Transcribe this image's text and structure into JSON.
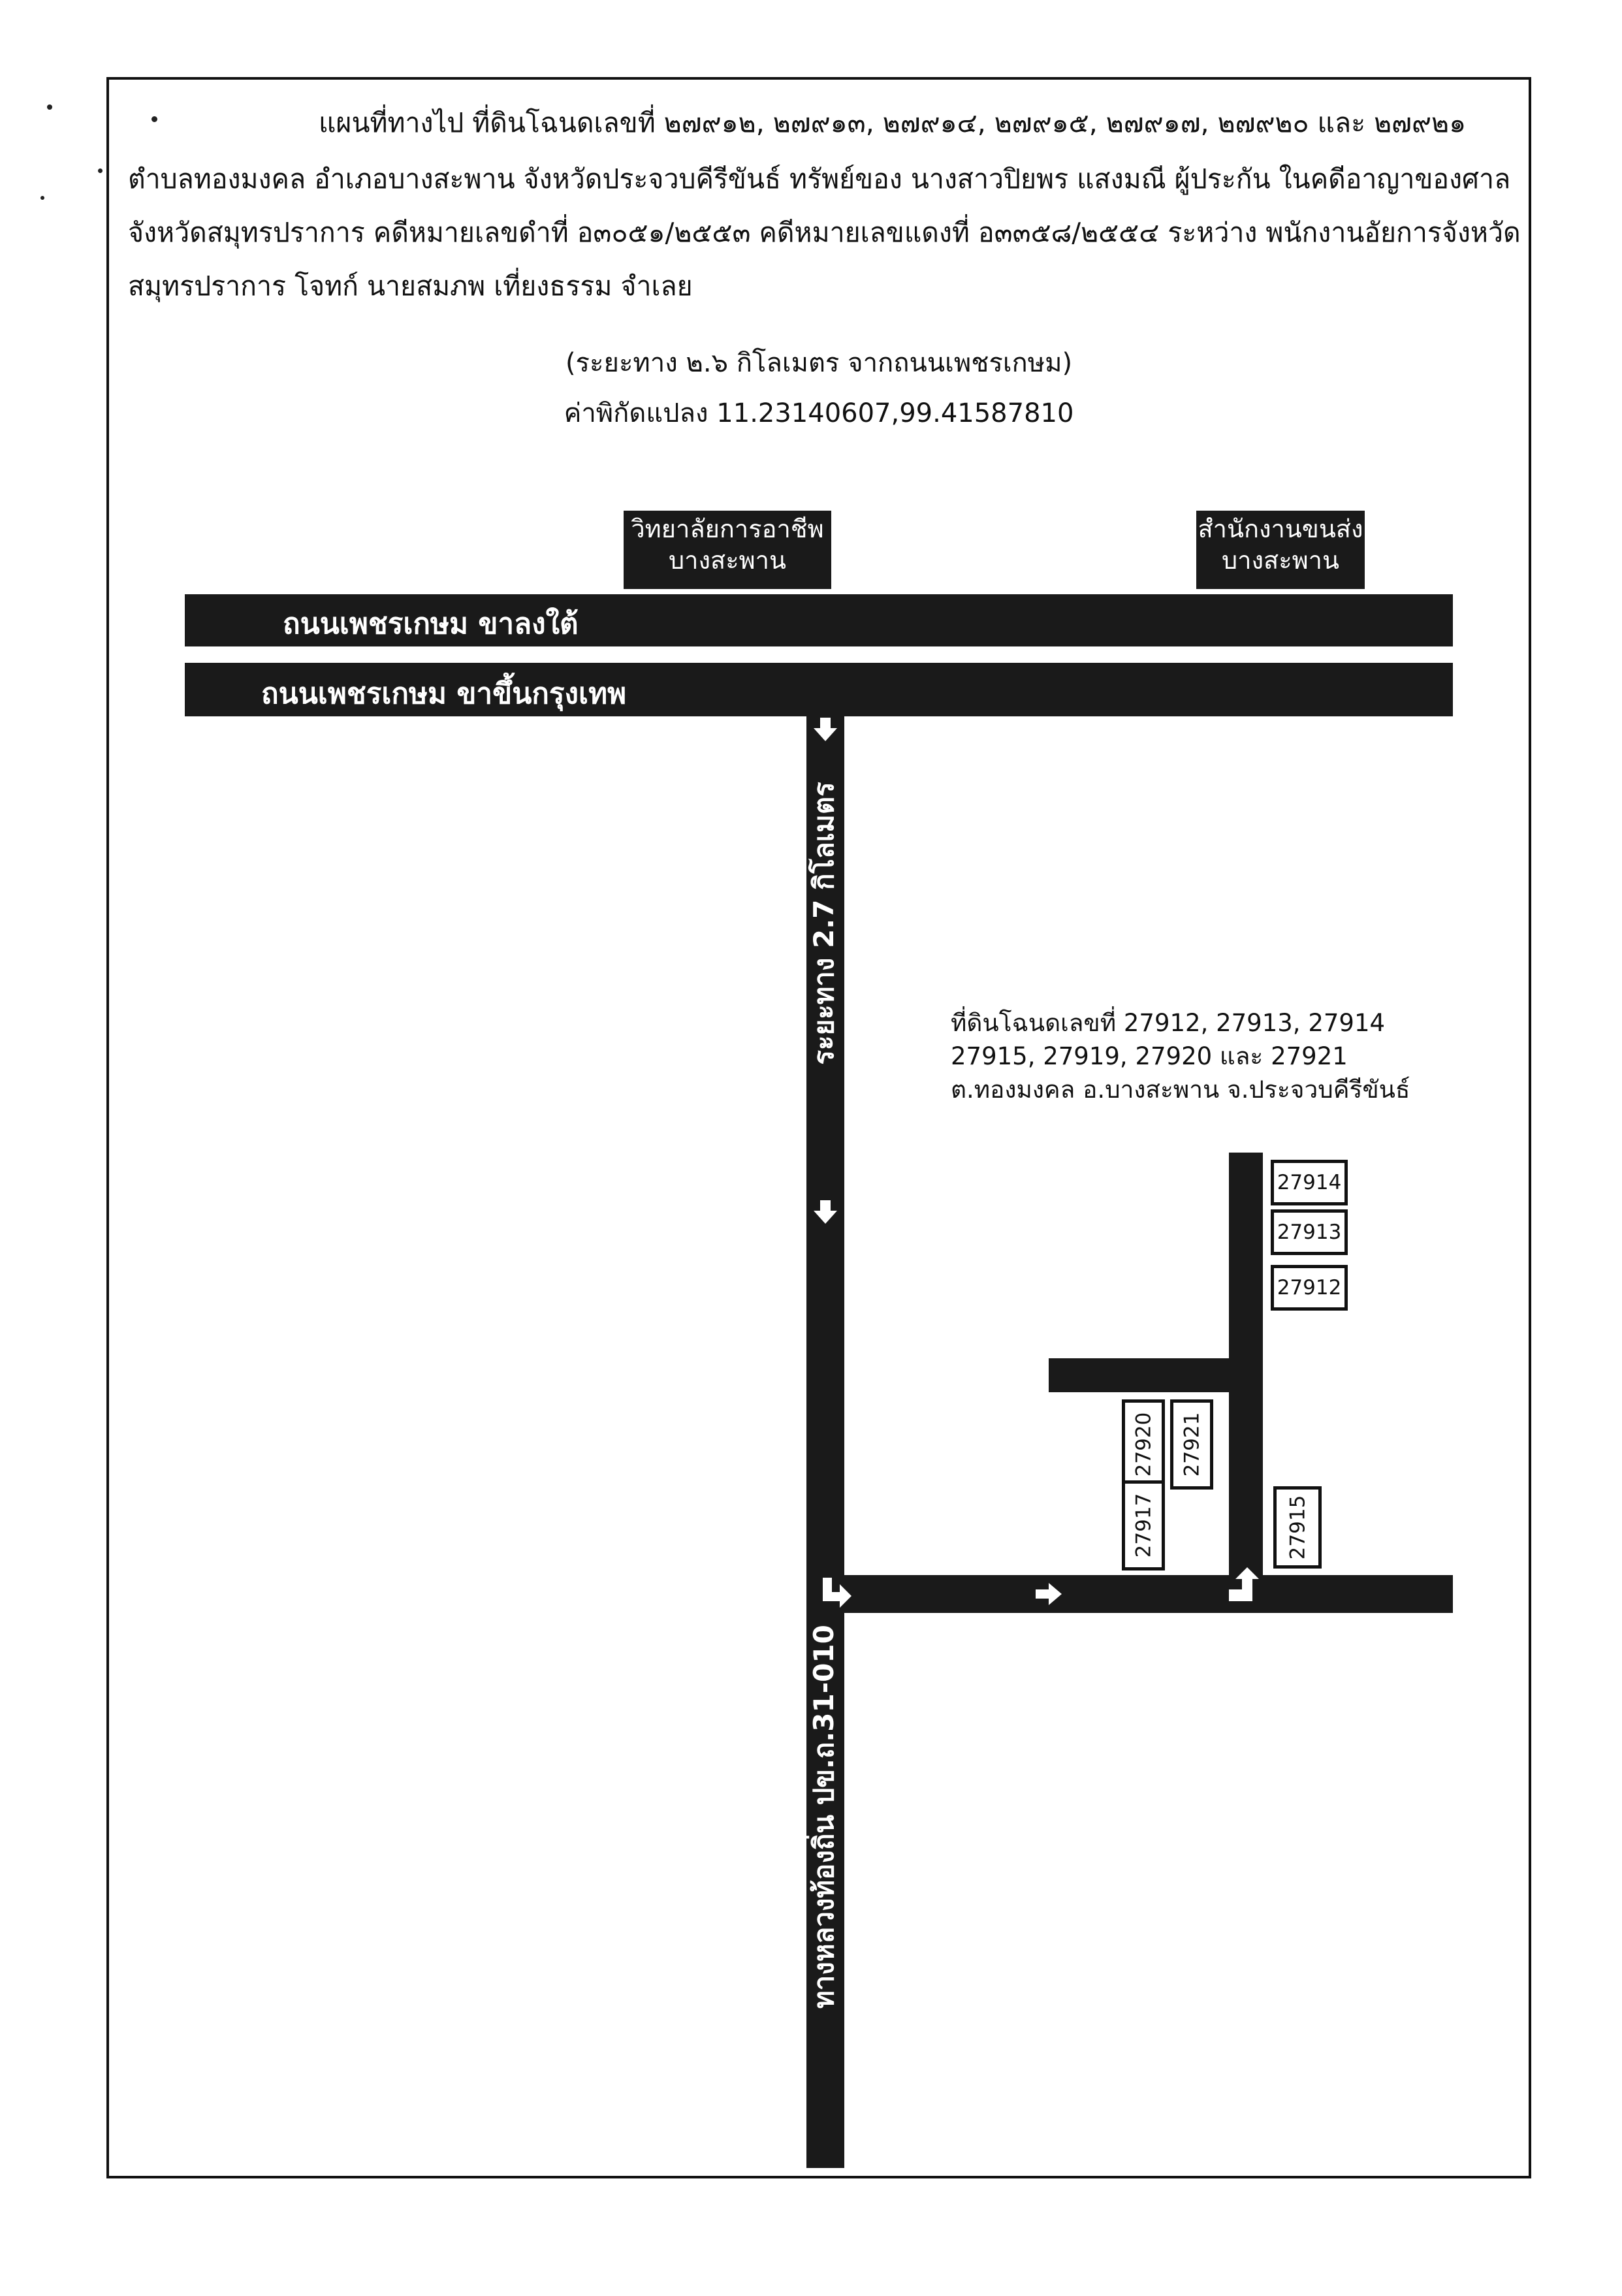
{
  "header": {
    "lines": [
      "แผนที่ทางไป  ที่ดินโฉนดเลขที่ ๒๗๙๑๒, ๒๗๙๑๓, ๒๗๙๑๔, ๒๗๙๑๕, ๒๗๙๑๗, ๒๗๙๒๐ และ ๒๗๙๒๑",
      "ตำบลทองมงคล อำเภอบางสะพาน จังหวัดประจวบคีรีขันธ์ ทรัพย์ของ นางสาวปิยพร แสงมณี ผู้ประกัน ในคดีอาญาของศาล",
      "จังหวัดสมุทรปราการ คดีหมายเลขดำที่ อ๓๐๕๑/๒๕๕๓ คดีหมายเลขแดงที่ อ๓๓๕๘/๒๕๕๔ ระหว่าง พนักงานอัยการจังหวัด",
      "สมุทรปราการ โจทก์ นายสมภพ เที่ยงธรรม จำเลย"
    ],
    "distance": "(ระยะทาง ๒.๖ กิโลเมตร จากถนนเพชรเกษม)",
    "coordinates": "ค่าพิกัดแปลง 11.23140607,99.41587810"
  },
  "landmarks": {
    "college": [
      "วิทยาลัยการอาชีพ",
      "บางสะพาน"
    ],
    "transport_office": [
      "สำนักงานขนส่ง",
      "บางสะพาน"
    ]
  },
  "roads": {
    "south": "ถนนเพชรเกษม ขาลงใต้",
    "north": "ถนนเพชรเกษม ขาขึ้นกรุงเทพ",
    "distance_label": "ระยะทาง 2.7 กิโลเมตร",
    "local_road": "ทางหลวงท้องถิ่น ปข.ถ.31-010"
  },
  "land_note": [
    "ที่ดินโฉนดเลขที่ 27912, 27913, 27914",
    "27915, 27919, 27920 และ 27921",
    "ต.ทองมงคล อ.บางสะพาน จ.ประจวบคีรีขันธ์"
  ],
  "parcels": {
    "p27914": "27914",
    "p27913": "27913",
    "p27912": "27912",
    "p27920": "27920",
    "p27921": "27921",
    "p27917": "27917",
    "p27915": "27915"
  },
  "colors": {
    "road": "#1a1a1a",
    "label": "#ffffff",
    "paper": "#ffffff"
  },
  "icons": [
    "arrow-down-icon",
    "arrow-right-icon",
    "turn-right-icon",
    "turn-left-up-icon"
  ]
}
